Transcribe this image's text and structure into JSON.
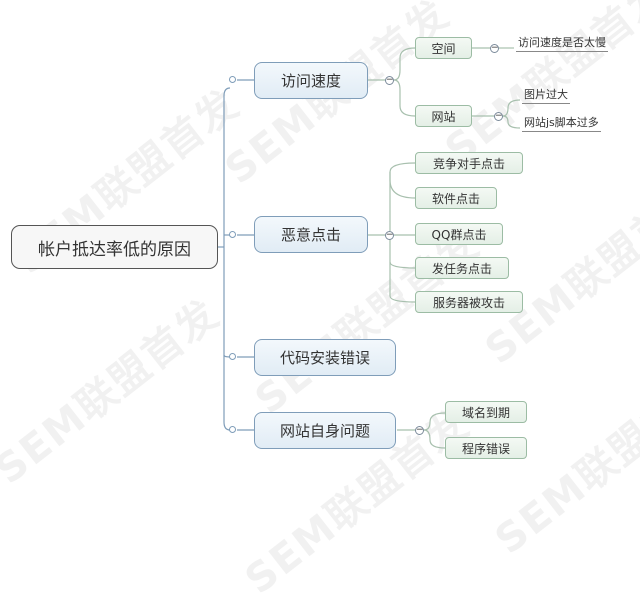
{
  "watermark": "SEM联盟首发",
  "root": {
    "label": "帐户抵达率低的原因"
  },
  "branches": [
    {
      "label": "访问速度",
      "children": [
        {
          "label": "空间",
          "leaves": [
            "访问速度是否太慢"
          ]
        },
        {
          "label": "网站",
          "leaves": [
            "图片过大",
            "网站js脚本过多"
          ]
        }
      ]
    },
    {
      "label": "恶意点击",
      "children": [
        {
          "label": "竞争对手点击"
        },
        {
          "label": "软件点击"
        },
        {
          "label": "QQ群点击"
        },
        {
          "label": "发任务点击"
        },
        {
          "label": "服务器被攻击"
        }
      ]
    },
    {
      "label": "代码安装错误"
    },
    {
      "label": "网站自身问题",
      "children": [
        {
          "label": "域名到期"
        },
        {
          "label": "程序错误"
        }
      ]
    }
  ],
  "colors": {
    "main_border": "#7f9db9",
    "sub_border": "#9cbca4",
    "root_border": "#555555",
    "line": "#7f9db9",
    "sub_line": "#a8c0ae"
  }
}
